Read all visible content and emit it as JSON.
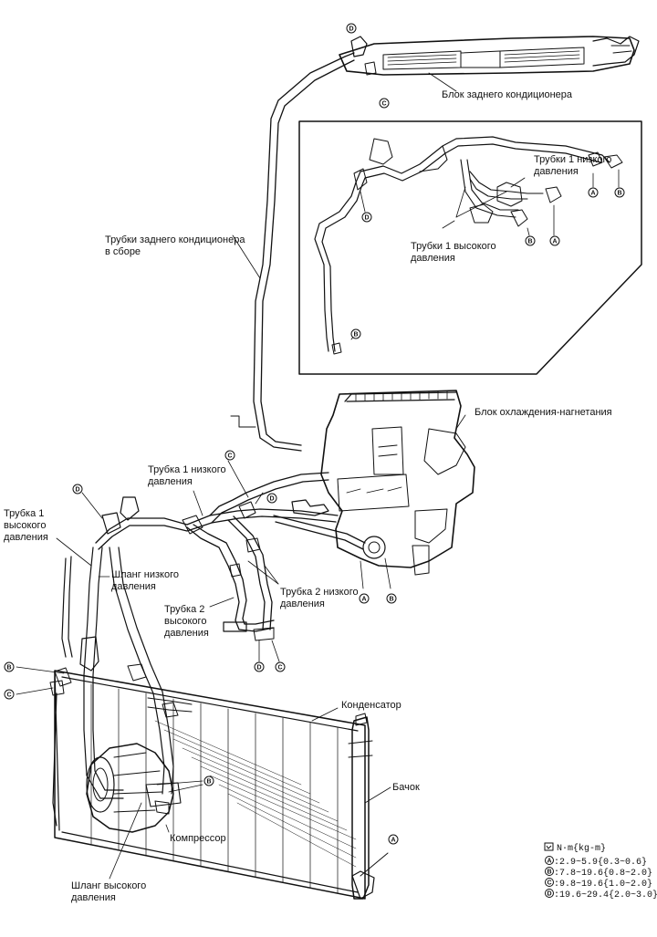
{
  "labels": {
    "rear_unit": "Блок заднего кондиционера",
    "low1_inset": [
      "Трубки 1 низкого",
      "давления"
    ],
    "high1_inset": [
      "Трубки 1 высокого",
      "давления"
    ],
    "rear_pipes": [
      "Трубки заднего кондиционера",
      "в сборе"
    ],
    "cool_unit": "Блок охлаждения-нагнетания",
    "low1_main": [
      "Трубка 1 низкого",
      "давления"
    ],
    "high1_main": [
      "Трубка 1",
      "высокого",
      "давления"
    ],
    "low_hose": [
      "Шланг низкого",
      "давления"
    ],
    "low2": [
      "Трубка 2 низкого",
      "давления"
    ],
    "high2": [
      "Трубка 2",
      "высокого",
      "давления"
    ],
    "condenser": "Конденсатор",
    "receiver": "Бачок",
    "compressor": "Компрессор",
    "high_hose": [
      "Шланг высокого",
      "давления"
    ]
  },
  "markers": {
    "a": "A",
    "b": "B",
    "c": "C",
    "d": "D"
  },
  "torque_legend": {
    "header": "N·m{kg-m}",
    "rows": [
      {
        "marker": "A",
        "value": ":2.9~5.9{0.3~0.6}"
      },
      {
        "marker": "B",
        "value": ":7.8~19.6{0.8~2.0}"
      },
      {
        "marker": "C",
        "value": ":9.8~19.6{1.0~2.0}"
      },
      {
        "marker": "D",
        "value": ":19.6~29.4{2.0~3.0}"
      }
    ]
  }
}
